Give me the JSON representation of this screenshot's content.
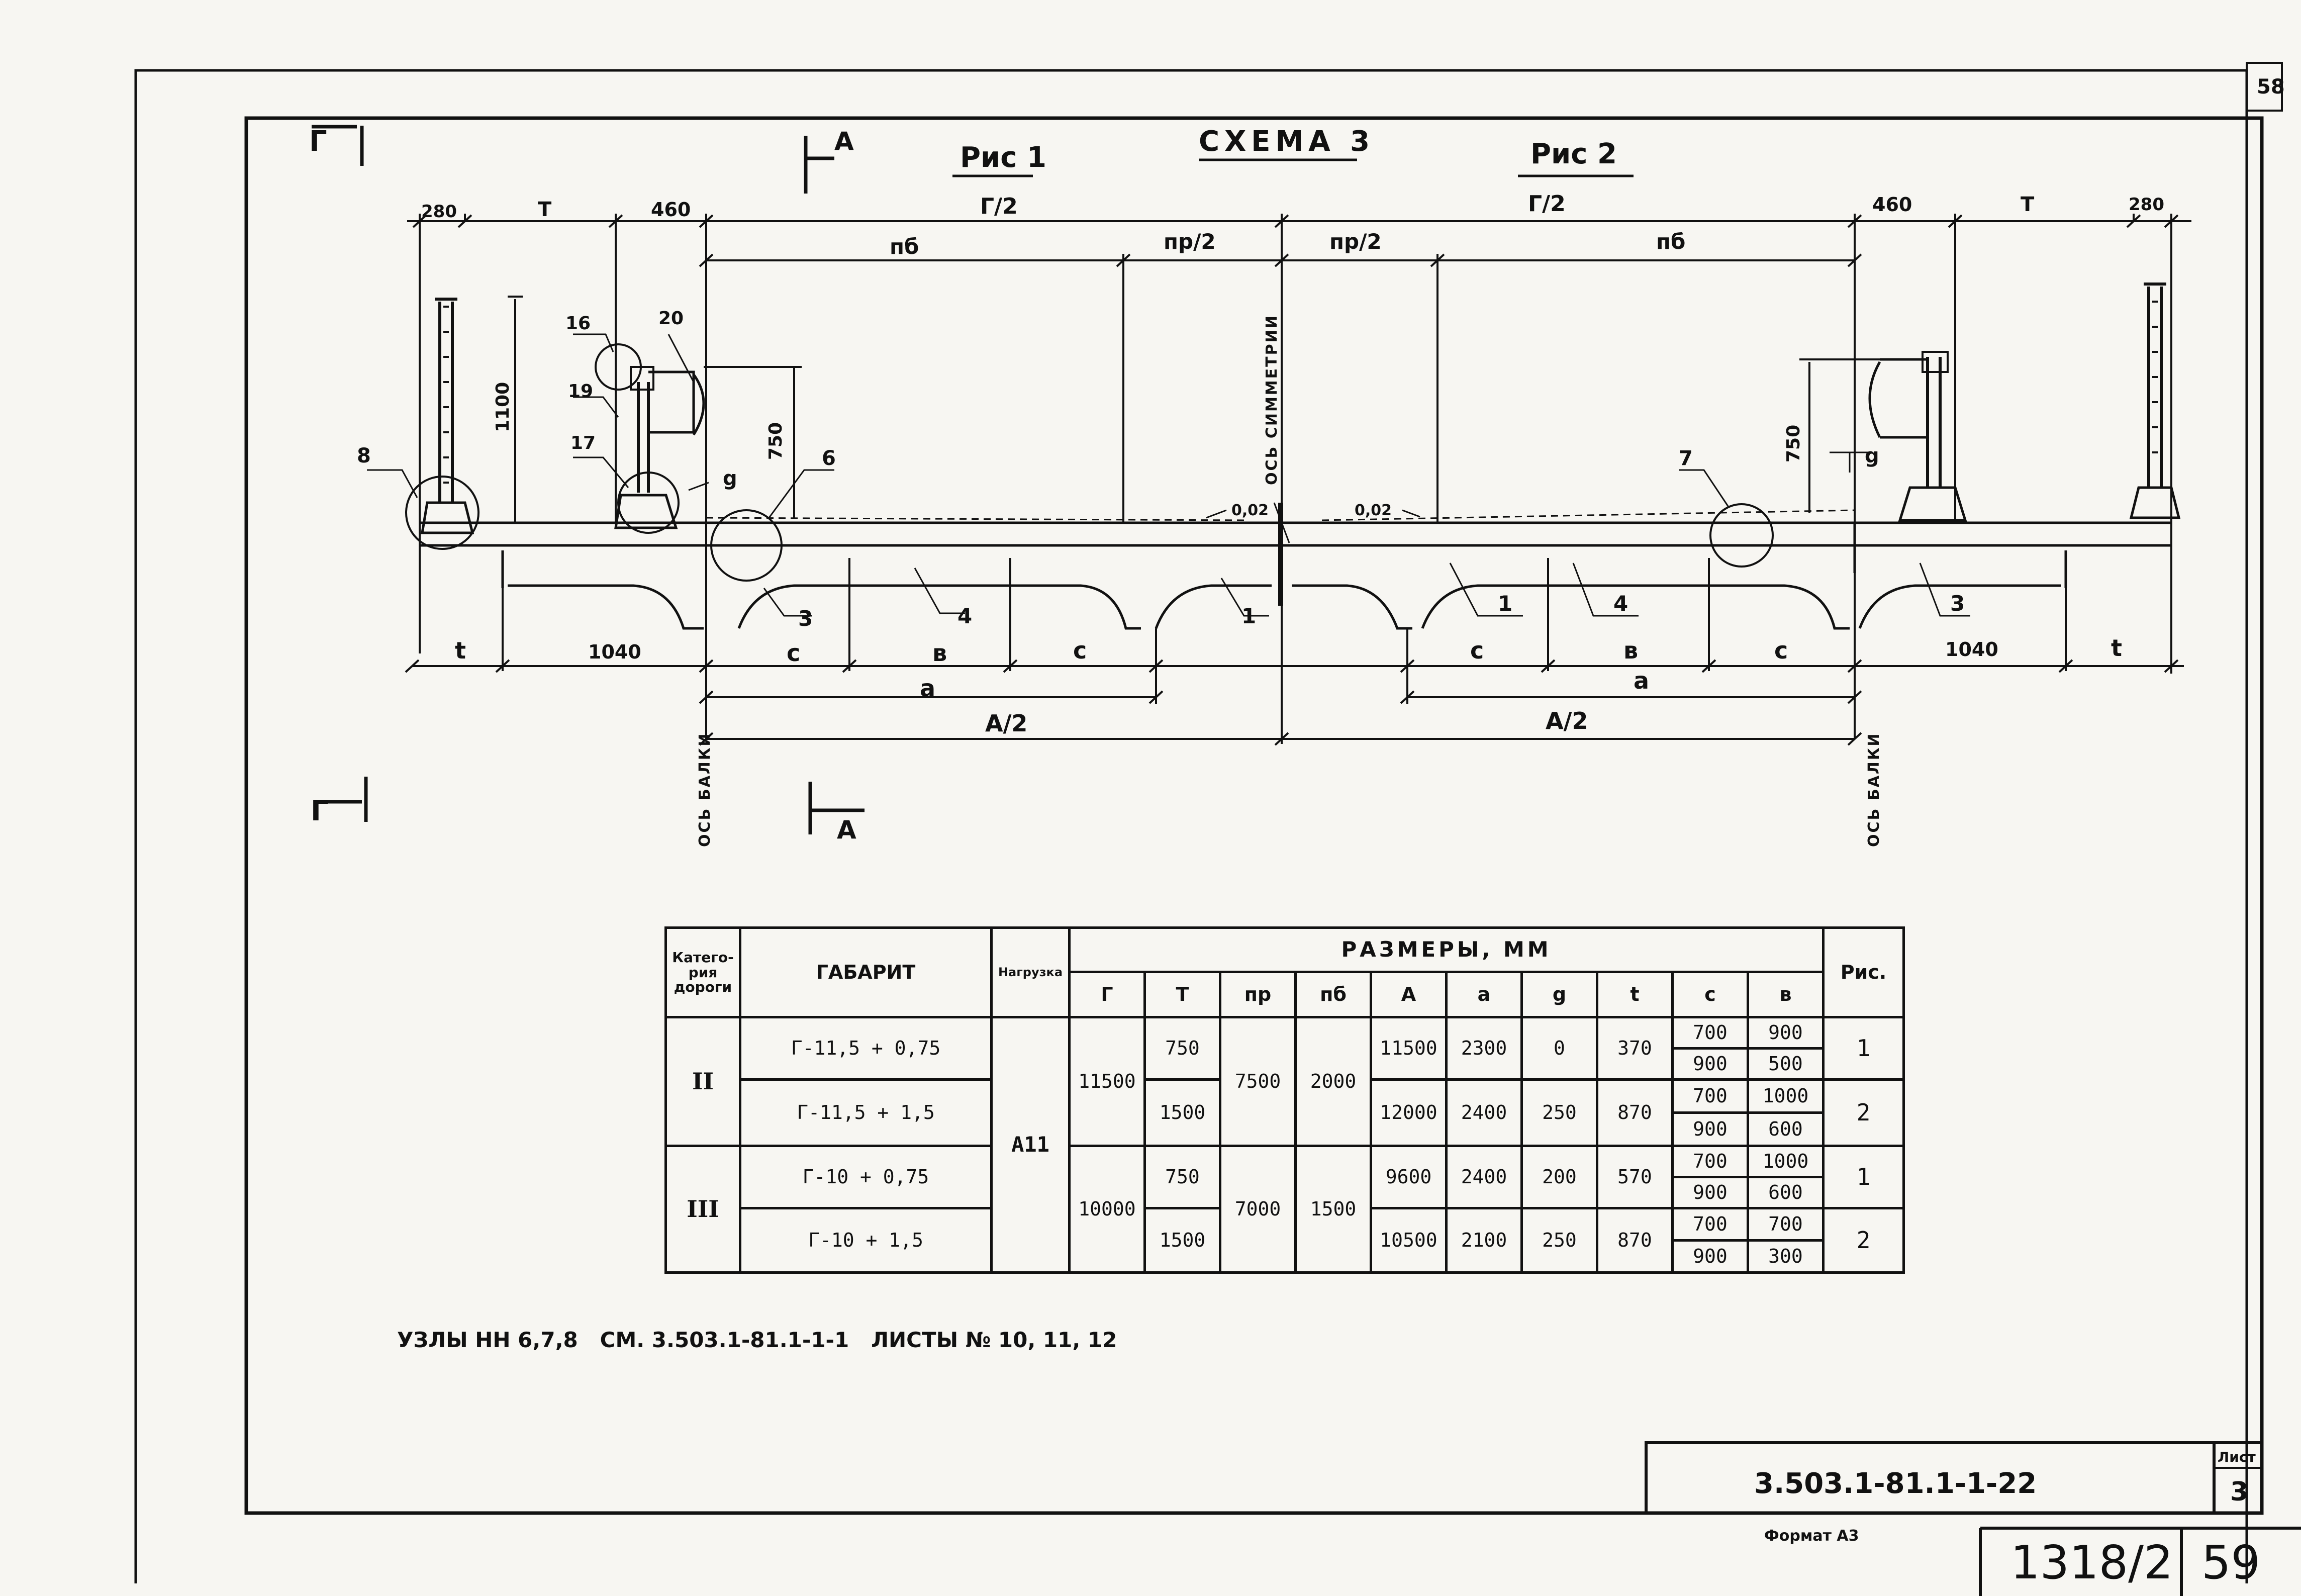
{
  "sheet_corner": "58",
  "titles": {
    "schema": "СХЕМА 3",
    "fig1": "Рис 1",
    "fig2": "Рис 2"
  },
  "section_marks": {
    "left_top": "Г",
    "left_bottom": "Г",
    "a_top": "А",
    "a_bottom": "А"
  },
  "dims_top": {
    "r280_left": "280",
    "T_left": "Т",
    "d460_left": "460",
    "g2_left": "Г/2",
    "g2_right": "Г/2",
    "d460_right": "460",
    "T_right": "Т",
    "r280_right": "280",
    "pb_left": "пб",
    "pr2_left": "пр/2",
    "pr2_right": "пр/2",
    "pb_right": "пб"
  },
  "dims_side": {
    "h1100": "1100",
    "h750_left": "750",
    "h750_right": "750",
    "g_left": "g",
    "g_right": "g"
  },
  "slopes": {
    "left": "0,02",
    "right": "0,02"
  },
  "callouts": {
    "c16": "16",
    "c20": "20",
    "c19": "19",
    "c17": "17",
    "c8": "8",
    "c6": "6",
    "c7": "7",
    "c3l": "3",
    "c4l": "4",
    "c1l": "1",
    "c1r": "1",
    "c4r": "4",
    "c3r": "3"
  },
  "axis_labels": {
    "symmetry": "ОСЬ СИММЕТРИИ",
    "beam_left": "ОСЬ БАЛКИ",
    "beam_right": "ОСЬ БАЛКИ"
  },
  "dims_bottom": {
    "t_left": "t",
    "d1040_left": "1040",
    "c_l1": "с",
    "b_l": "в",
    "c_l2": "с",
    "a_l": "а",
    "A2_l": "А/2",
    "c_r1": "с",
    "b_r": "в",
    "c_r2": "с",
    "a_r": "а",
    "A2_r": "А/2",
    "d1040_right": "1040",
    "t_right": "t"
  },
  "table": {
    "h_category": "Катего-рия дороги",
    "h_gabarit": "ГАБАРИТ",
    "h_load": "Нагрузка",
    "h_sizes": "РАЗМЕРЫ, ММ",
    "h_fig": "Рис.",
    "columns": [
      "Г",
      "Т",
      "пр",
      "пб",
      "А",
      "а",
      "g",
      "t",
      "с",
      "в"
    ],
    "cat2": "II",
    "cat3": "III",
    "load": "А11",
    "rows": [
      {
        "gabarit": "Г-11,5 + 0,75",
        "T": "750",
        "A": "11500",
        "a": "2300",
        "g": "0",
        "t": "370",
        "c1": "700",
        "b1": "900",
        "c2": "900",
        "b2": "500",
        "fig": "1"
      },
      {
        "gabarit": "Г-11,5 + 1,5",
        "T": "1500",
        "A": "12000",
        "a": "2400",
        "g": "250",
        "t": "870",
        "c1": "700",
        "b1": "1000",
        "c2": "900",
        "b2": "600",
        "fig": "2"
      },
      {
        "gabarit": "Г-10 + 0,75",
        "T": "750",
        "A": "9600",
        "a": "2400",
        "g": "200",
        "t": "570",
        "c1": "700",
        "b1": "1000",
        "c2": "900",
        "b2": "600",
        "fig": "1"
      },
      {
        "gabarit": "Г-10 + 1,5",
        "T": "1500",
        "A": "10500",
        "a": "2100",
        "g": "250",
        "t": "870",
        "c1": "700",
        "b1": "700",
        "c2": "900",
        "b2": "300",
        "fig": "2"
      }
    ],
    "group1": {
      "G": "11500",
      "pr": "7500",
      "pb": "2000"
    },
    "group2": {
      "G": "10000",
      "pr": "7000",
      "pb": "1500"
    }
  },
  "note": "УЗЛЫ НН 6,7,8   СМ. 3.503.1-81.1-1-1   ЛИСТЫ № 10, 11, 12",
  "stamp": {
    "code": "3.503.1-81.1-1-22",
    "sheet_label": "Лист",
    "sheet_no": "3",
    "format": "Формат А3"
  },
  "archive": {
    "number": "1318/2",
    "page": "59"
  }
}
